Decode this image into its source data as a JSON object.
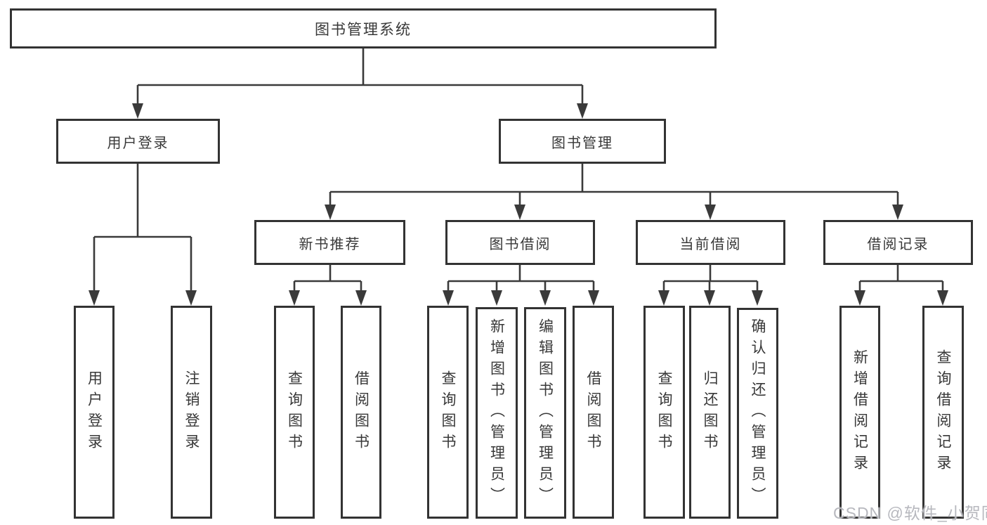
{
  "diagram": {
    "kind": "tree-structure-chart",
    "title": "图书管理系统",
    "colors": {
      "background": "#ffffff",
      "line": "#3a3a3a",
      "box_border": "#333333",
      "text": "#383838",
      "watermark": "#b7b8be"
    },
    "nodes": [
      {
        "id": "root",
        "label": "图书管理系统",
        "parent": null
      },
      {
        "id": "user-login",
        "label": "用户登录",
        "parent": "root"
      },
      {
        "id": "book-mgmt",
        "label": "图书管理",
        "parent": "root"
      },
      {
        "id": "leaf-user-login",
        "label": "用户登录",
        "parent": "user-login"
      },
      {
        "id": "leaf-logout",
        "label": "注销登录",
        "parent": "user-login"
      },
      {
        "id": "new-book-rec",
        "label": "新书推荐",
        "parent": "book-mgmt"
      },
      {
        "id": "book-borrow",
        "label": "图书借阅",
        "parent": "book-mgmt"
      },
      {
        "id": "current-borrow",
        "label": "当前借阅",
        "parent": "book-mgmt"
      },
      {
        "id": "borrow-record",
        "label": "借阅记录",
        "parent": "book-mgmt"
      },
      {
        "id": "leaf-query-book-1",
        "label": "查询图书",
        "parent": "new-book-rec"
      },
      {
        "id": "leaf-borrow-book-1",
        "label": "借阅图书",
        "parent": "new-book-rec"
      },
      {
        "id": "leaf-query-book-2",
        "label": "查询图书",
        "parent": "book-borrow"
      },
      {
        "id": "leaf-add-book",
        "label": "新增图书（管理员）",
        "parent": "book-borrow"
      },
      {
        "id": "leaf-edit-book",
        "label": "编辑图书（管理员）",
        "parent": "book-borrow"
      },
      {
        "id": "leaf-borrow-book-2",
        "label": "借阅图书",
        "parent": "book-borrow"
      },
      {
        "id": "leaf-query-book-3",
        "label": "查询图书",
        "parent": "current-borrow"
      },
      {
        "id": "leaf-return-book",
        "label": "归还图书",
        "parent": "current-borrow"
      },
      {
        "id": "leaf-confirm-return",
        "label": "确认归还（管理员）",
        "parent": "current-borrow"
      },
      {
        "id": "leaf-add-record",
        "label": "新增借阅记录",
        "parent": "borrow-record"
      },
      {
        "id": "leaf-query-record",
        "label": "查询借阅记录",
        "parent": "borrow-record"
      }
    ],
    "watermark": "CSDN @软件_小贺同学"
  }
}
